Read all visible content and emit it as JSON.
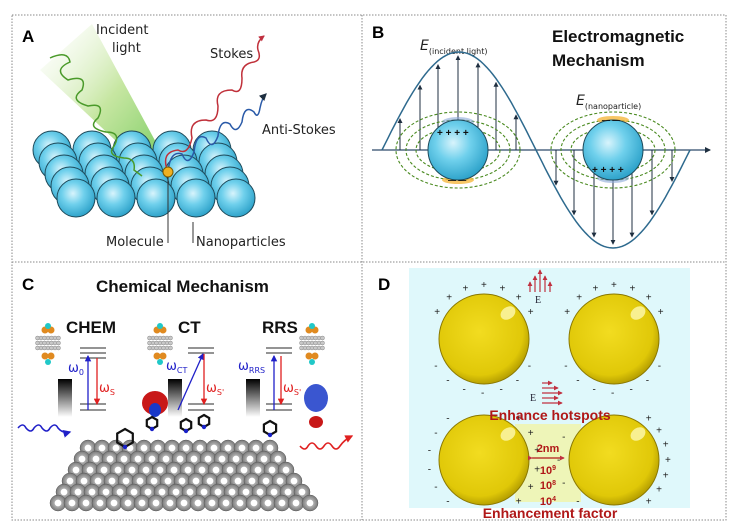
{
  "figure": {
    "panels": {
      "A": {
        "letter": "A",
        "incident_label_line1": "Incident",
        "incident_label_line2": "light",
        "stokes_label": "Stokes",
        "anti_stokes_label": "Anti-Stokes",
        "molecule_label": "Molecule",
        "nanoparticles_label": "Nanoparticles",
        "colors": {
          "sphere": "#5cc8e6",
          "incident": "#4a9a2a",
          "stokes": "#c0303a",
          "anti_stokes": "#2a5aa8",
          "molecule": "#f0b020"
        }
      },
      "B": {
        "letter": "B",
        "title_line1": "Electromagnetic",
        "title_line2": "Mechanism",
        "e_incident_main": "E",
        "e_incident_sub": "(incident light)",
        "e_nano_main": "E",
        "e_nano_sub": "(nanoparticle)",
        "plus": "+ + + +",
        "minus": "— —",
        "colors": {
          "wave": "#2e6a8e",
          "field": "#4a8a20",
          "sphere": "#5cc8e6",
          "charge_glow": "#f5b840"
        }
      },
      "C": {
        "letter": "C",
        "title": "Chemical Mechanism",
        "subpanels": [
          {
            "label": "CHEM",
            "up_symbol": "ω",
            "up_sub": "0",
            "down_symbol": "ω",
            "down_sub": "S"
          },
          {
            "label": "CT",
            "up_symbol": "ω",
            "up_sub": "CT",
            "down_symbol": "ω",
            "down_sub": "S'"
          },
          {
            "label": "RRS",
            "up_symbol": "ω",
            "up_sub": "RRS",
            "down_symbol": "ω",
            "down_sub": "S'"
          }
        ],
        "colors": {
          "excitation": "#2020c8",
          "emission": "#e02020",
          "surface": "#8a8a8a"
        }
      },
      "D": {
        "letter": "D",
        "field_label_top": "E",
        "field_label_mid": "E",
        "hotspots_label": "Enhance hotspots",
        "gap_label": "2nm",
        "factors": [
          {
            "base": "10",
            "exp": "9"
          },
          {
            "base": "10",
            "exp": "8"
          },
          {
            "base": "10",
            "exp": "4"
          }
        ],
        "enhancement_label": "Enhancement factor",
        "colors": {
          "background": "#dff8fb",
          "gap": "#eef5b8",
          "gold": "#e2cc10",
          "text": "#b01818"
        }
      }
    }
  }
}
